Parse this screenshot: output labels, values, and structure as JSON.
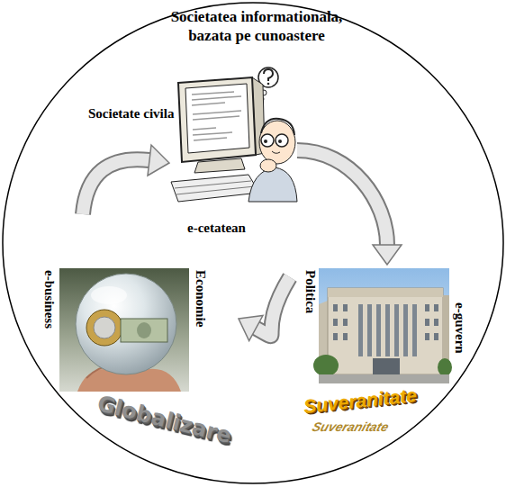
{
  "diagram": {
    "nodes": [
      {
        "text": [
          "Societatea informationala, bazata pe cunoastere"
        ]
      },
      {
        "text": [
          "e-cetatean"
        ],
        "in": 0
      },
      {
        "text": [
          "e-business",
          "Economie",
          "Globalizare"
        ],
        "in": 0
      },
      {
        "text": [
          "Politica",
          "e-guvern",
          "Suveranitate"
        ],
        "in": 0
      }
    ],
    "edges": [
      {
        "from": 1,
        "to": 3,
        "arrow": "to"
      },
      {
        "from": 3,
        "to": 2,
        "arrow": "to"
      }
    ],
    "labels": [
      "Societate civila",
      "Suveranitate"
    ]
  }
}
